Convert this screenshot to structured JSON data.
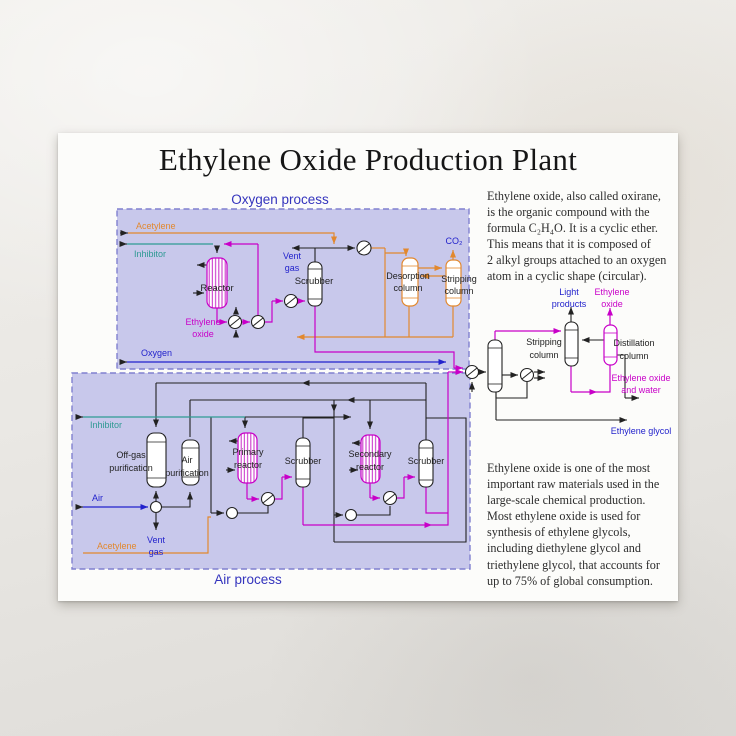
{
  "page": {
    "title": "Ethylene Oxide Production Plant"
  },
  "oxygen_process": {
    "title": "Oxygen process",
    "labels": {
      "acetylene": "Acetylene",
      "inhibitor": "Inhibitor",
      "reactor": "Reactor",
      "ethylene_oxide": [
        "Ethylene",
        "oxide"
      ],
      "vent_gas": [
        "Vent",
        "gas"
      ],
      "scrubber": "Scrubber",
      "desorption": [
        "Desorption",
        "column"
      ],
      "stripping": [
        "Stripping",
        "column"
      ],
      "co2": "CO₂",
      "oxygen": "Oxygen"
    }
  },
  "air_process": {
    "title": "Air process",
    "labels": {
      "inhibitor": "Inhibitor",
      "offgas": [
        "Off-gas",
        "purification"
      ],
      "air_purification": [
        "Air",
        "purification"
      ],
      "primary_reactor": [
        "Primary",
        "reactor"
      ],
      "scrubber1": "Scrubber",
      "secondary_reactor": [
        "Secondary",
        "reactor"
      ],
      "scrubber2": "Scrubber",
      "air": "Air",
      "vent_gas": [
        "Vent",
        "gas"
      ],
      "acetylene": "Acetylene"
    }
  },
  "recovery": {
    "labels": {
      "stripping": [
        "Stripping",
        "column"
      ],
      "distillation": [
        "Distillation",
        "column"
      ],
      "light_products": [
        "Light",
        "products"
      ],
      "ethylene_oxide": [
        "Ethylene",
        "oxide"
      ],
      "eo_water": [
        "Ethylene oxide",
        "and water"
      ],
      "ethylene_glycol": "Ethylene glycol"
    }
  },
  "text_blocks": {
    "intro": "Ethylene oxide, also called oxirane,\nis the organic compound with the\nformula C₂H₄O. It is a cyclic ether.\nThis means that it is composed of\n2 alkyl groups attached to an oxygen\natom in a cyclic shape (circular).",
    "usage": "Ethylene oxide is one of the most\nimportant raw materials used in the\nlarge-scale chemical production.\nMost ethylene oxide is used for\nsynthesis of ethylene glycols,\nincluding diethylene glycol and\ntriethylene glycol, that accounts for\nup to 75% of global consumption."
  },
  "colors": {
    "magenta": "#c800c8",
    "orange": "#e2882e",
    "teal": "#2f9a93",
    "stream_blue": "#2222cc",
    "heading_blue": "#3434bd",
    "line_black": "#222222",
    "box_fill": "#c8c8eb",
    "box_border": "#8080cf"
  }
}
